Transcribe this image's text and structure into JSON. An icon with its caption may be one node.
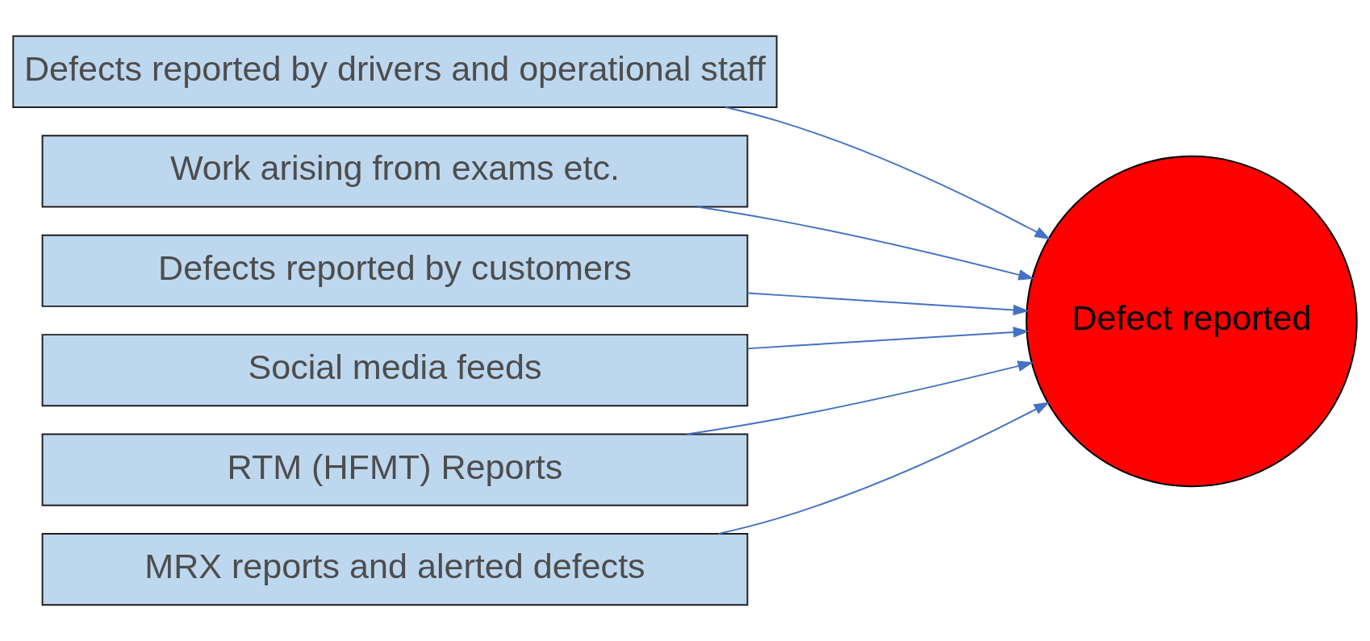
{
  "diagram": {
    "nodes": [
      {
        "text": [
          "Defects reported by drivers and operational staff"
        ]
      },
      {
        "text": [
          "Work arising from exams etc."
        ]
      },
      {
        "text": [
          "Defects reported by customers"
        ]
      },
      {
        "text": [
          "Social media feeds"
        ]
      },
      {
        "text": [
          "RTM (HFMT) Reports"
        ]
      },
      {
        "text": [
          "MRX reports and alerted defects"
        ]
      },
      {
        "text": [
          "Defect reported"
        ]
      }
    ],
    "edges": [
      {
        "from": 0,
        "to": 6,
        "arrow": "to"
      },
      {
        "from": 1,
        "to": 6,
        "arrow": "to"
      },
      {
        "from": 2,
        "to": 6,
        "arrow": "to"
      },
      {
        "from": 3,
        "to": 6,
        "arrow": "to"
      },
      {
        "from": 4,
        "to": 6,
        "arrow": "to"
      },
      {
        "from": 5,
        "to": 6,
        "arrow": "to"
      }
    ]
  }
}
